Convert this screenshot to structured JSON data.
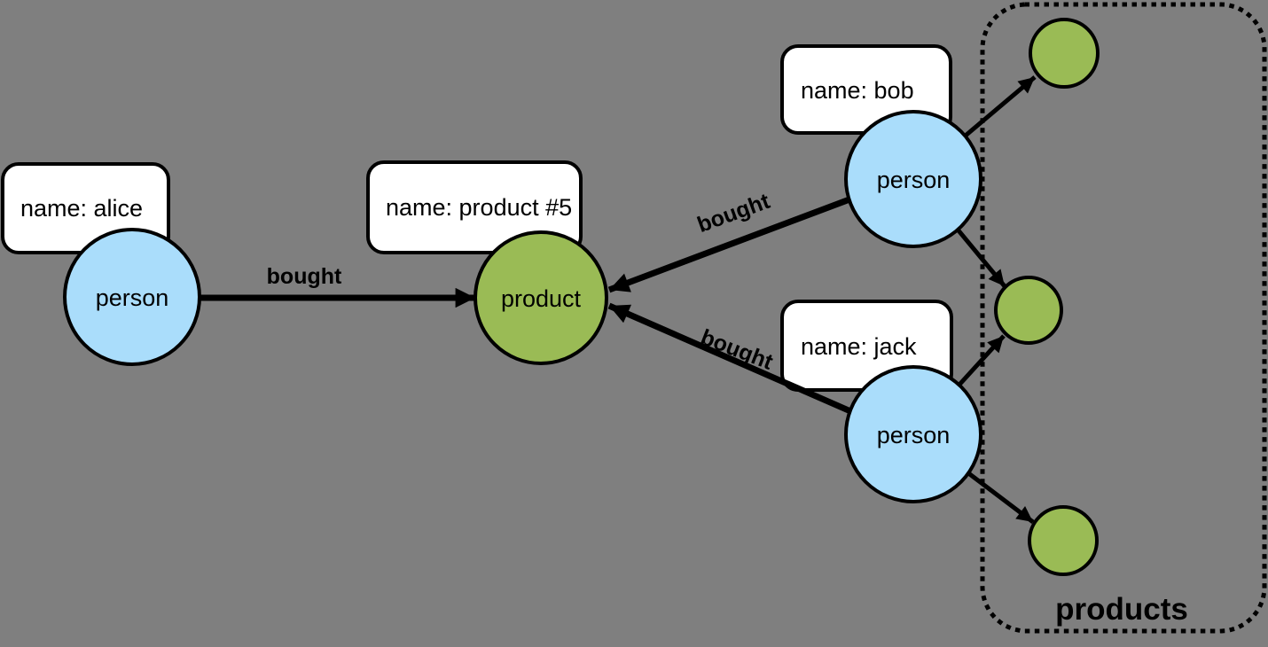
{
  "diagram": {
    "colors": {
      "background": "#7f7f7f",
      "person_fill": "#aaddfb",
      "product_fill": "#9abb55",
      "property_box_fill": "#ffffff",
      "edge_color": "#000000"
    },
    "nodes": {
      "alice": {
        "label": "person",
        "property": "name: alice"
      },
      "bob": {
        "label": "person",
        "property": "name: bob"
      },
      "jack": {
        "label": "person",
        "property": "name: jack"
      },
      "product5": {
        "label": "product",
        "property": "name: product #5"
      }
    },
    "edges": {
      "alice_bought_product5": {
        "label": "bought"
      },
      "bob_bought_product5": {
        "label": "bought"
      },
      "jack_bought_product5": {
        "label": "bought"
      }
    },
    "group": {
      "label": "products"
    }
  }
}
